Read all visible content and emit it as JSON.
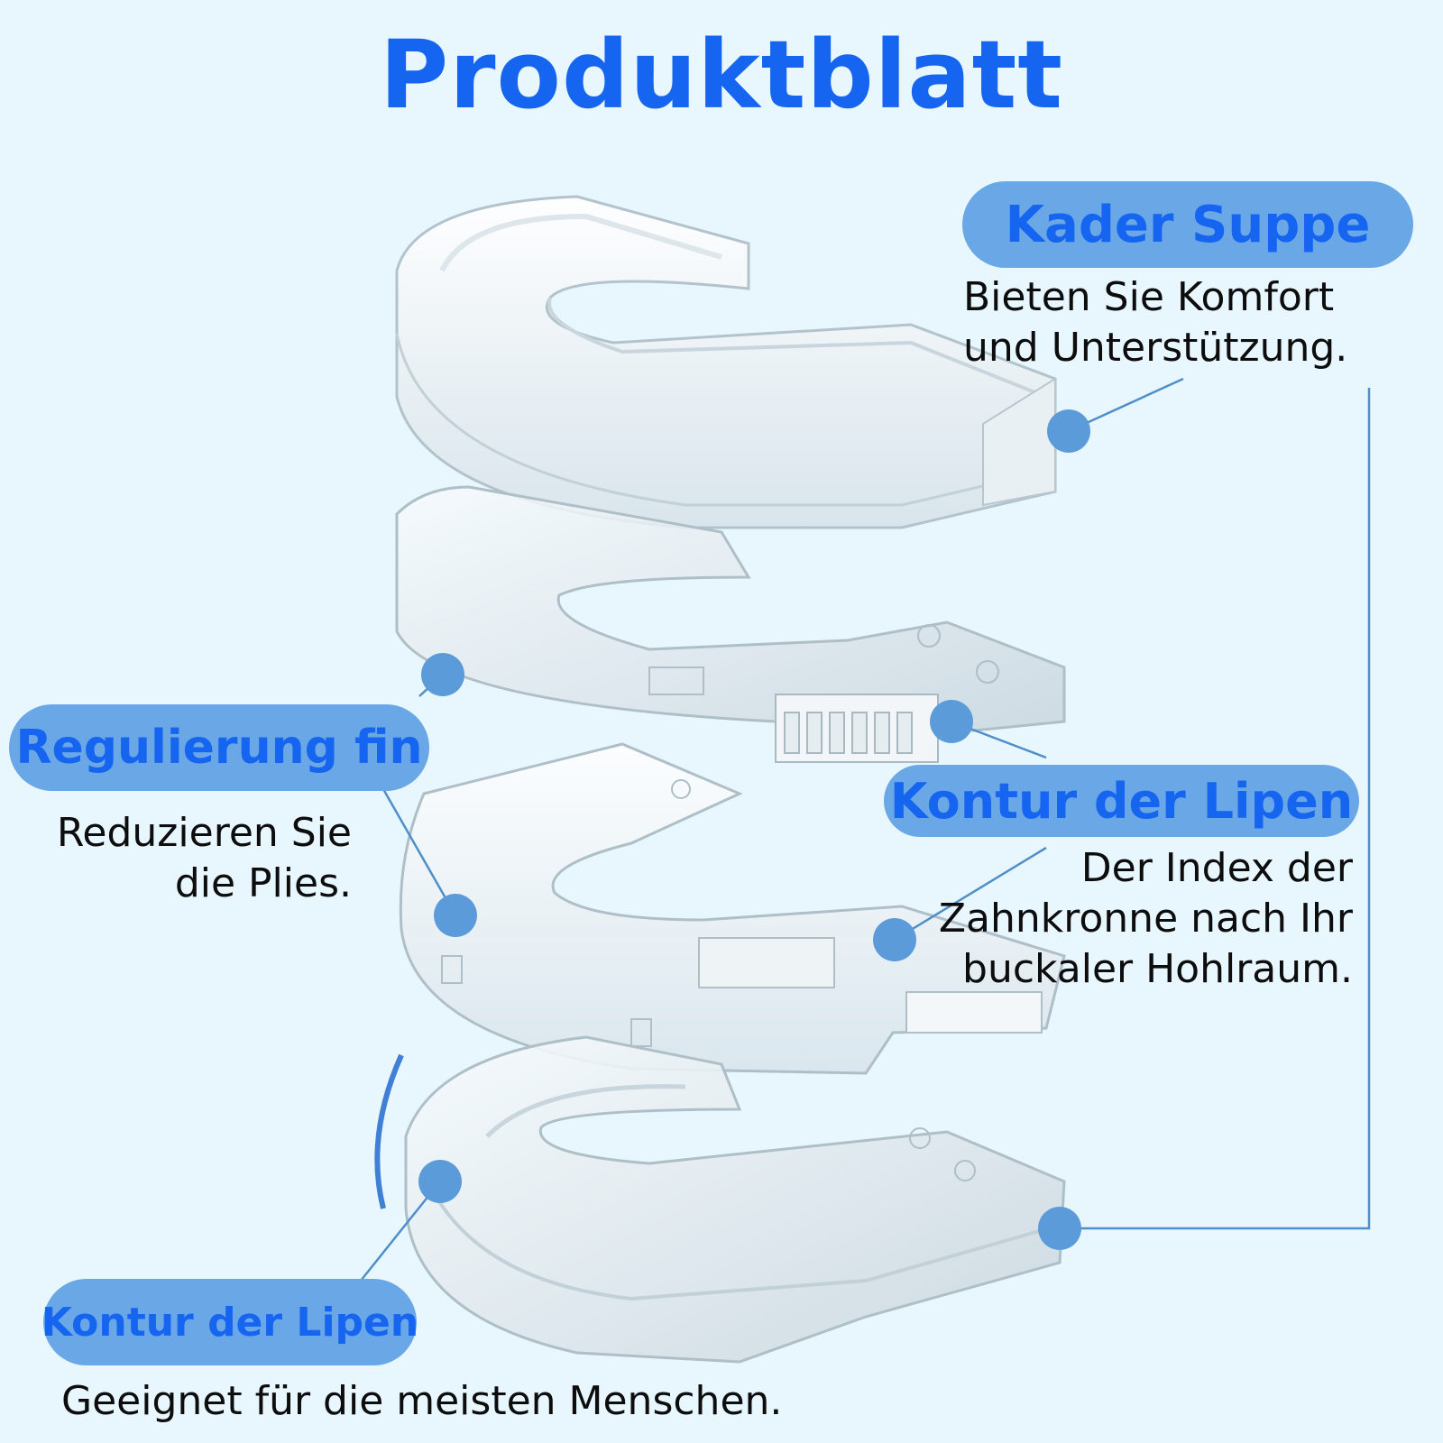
{
  "page": {
    "title": "Produktblatt",
    "accent_color": "#1565f0",
    "pill_color": "#6aa7e6",
    "background_color": "#e8f6fd"
  },
  "callouts": {
    "kader": {
      "label": "Kader Suppe",
      "lines": [
        "Bieten Sie Komfort",
        "und Unterstützung."
      ]
    },
    "regulierung": {
      "label": "Regulierung fin",
      "lines": [
        "Reduzieren Sie",
        "die Plies."
      ]
    },
    "kontur_right": {
      "label": "Kontur der Lipen",
      "lines": [
        "Der Index der",
        "Zahnkronne nach Ihr",
        "buckaler Hohlraum."
      ]
    },
    "kontur_bottom": {
      "label": "Kontur der Lipen",
      "lines": [
        "Geeignet für die meisten Menschen."
      ]
    }
  },
  "product": {
    "icon": "mouthguard-layers-illustration"
  }
}
